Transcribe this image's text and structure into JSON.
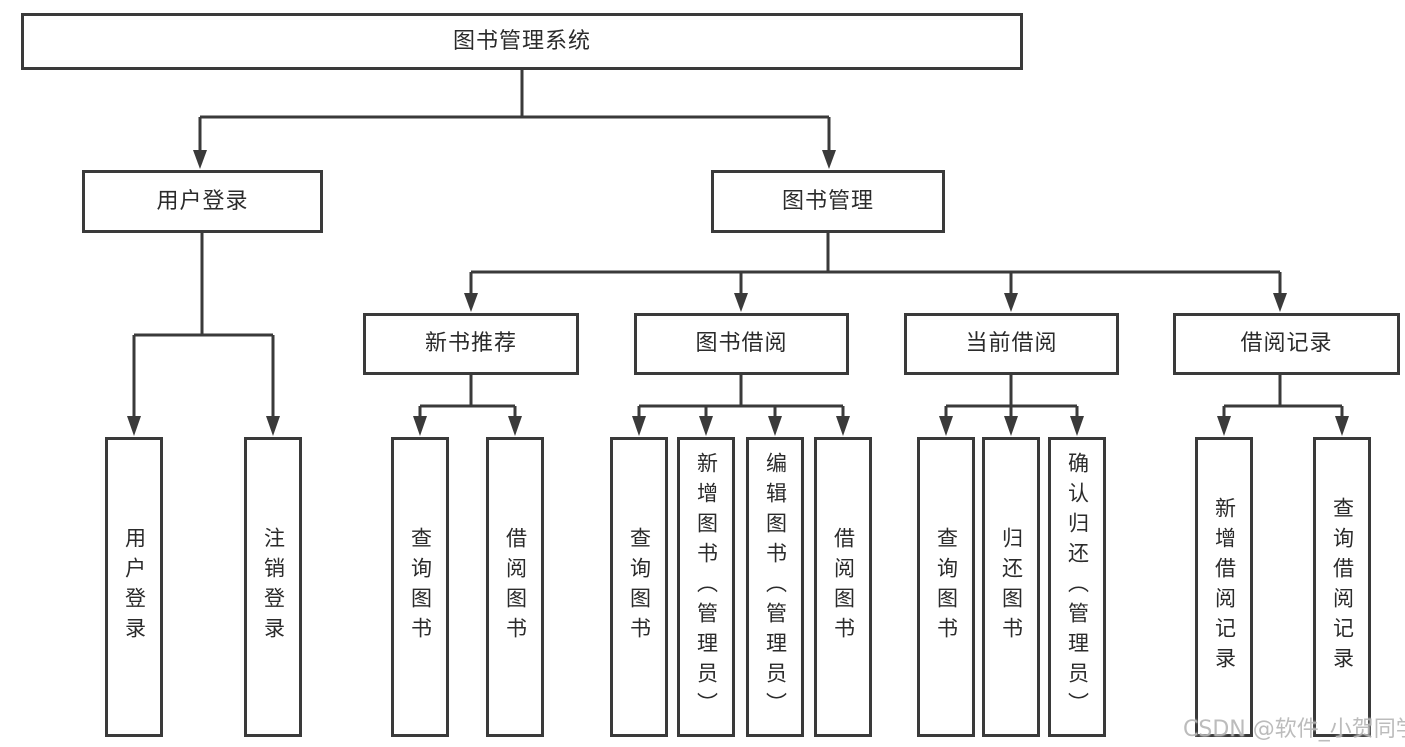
{
  "tree": {
    "root": "图书管理系统",
    "branches": [
      {
        "label": "用户登录",
        "children": [
          "用户登录",
          "注销登录"
        ]
      },
      {
        "label": "图书管理",
        "groups": [
          {
            "label": "新书推荐",
            "children": [
              "查询图书",
              "借阅图书"
            ]
          },
          {
            "label": "图书借阅",
            "children": [
              "查询图书",
              "新增图书（管理员）",
              "编辑图书（管理员）",
              "借阅图书"
            ]
          },
          {
            "label": "当前借阅",
            "children": [
              "查询图书",
              "归还图书",
              "确认归还（管理员）"
            ]
          },
          {
            "label": "借阅记录",
            "children": [
              "新增借阅记录",
              "查询借阅记录"
            ]
          }
        ]
      }
    ]
  },
  "watermark": {
    "text": "CSDN @软件_小贺同学"
  },
  "colors": {
    "line": "#3a3a3a",
    "text": "#2b2b2b",
    "box_background": "#ffffff",
    "page_background": "#ffffff",
    "watermark": "#b7b7b7"
  }
}
